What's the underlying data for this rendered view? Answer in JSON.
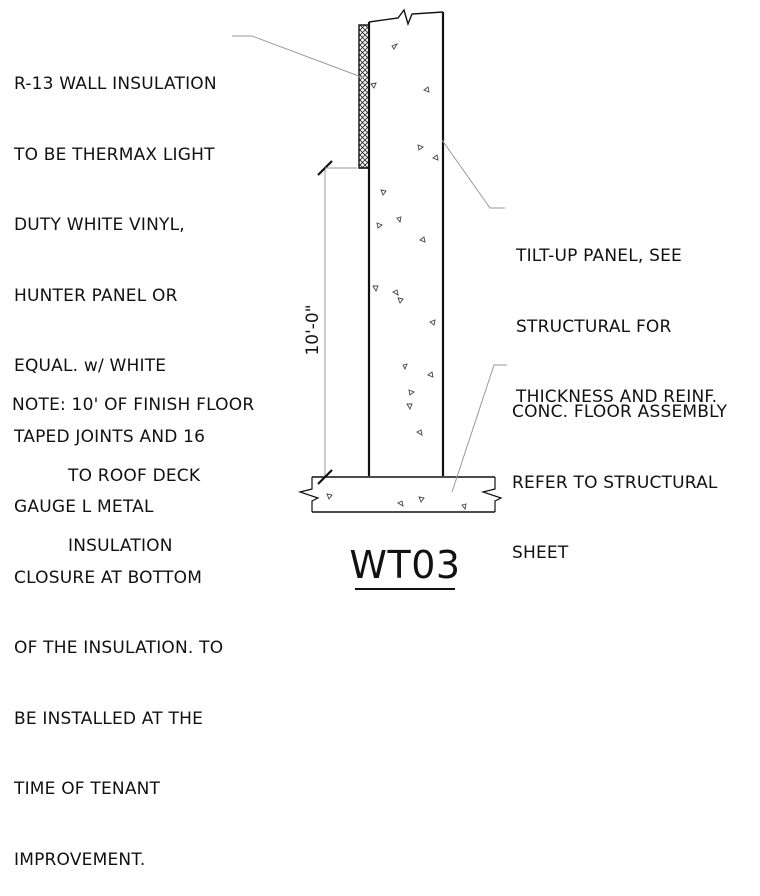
{
  "notes": {
    "insulation_lines": [
      "R-13 WALL INSULATION",
      "TO BE THERMAX LIGHT",
      "DUTY WHITE VINYL,",
      "HUNTER PANEL OR",
      "EQUAL. w/ WHITE",
      "TAPED JOINTS AND 16",
      "GAUGE L METAL",
      "CLOSURE AT BOTTOM",
      "OF THE INSULATION. TO",
      "BE INSTALLED AT THE",
      "TIME OF TENANT",
      "IMPROVEMENT."
    ],
    "floor_note_lines": [
      "NOTE: 10' OF FINISH FLOOR",
      "          TO ROOF DECK",
      "          INSULATION"
    ],
    "tilt_up_lines": [
      "TILT-UP PANEL, SEE",
      "STRUCTURAL FOR",
      "THICKNESS AND REINF."
    ],
    "conc_floor_lines": [
      "CONC. FLOOR ASSEMBLY",
      "REFER TO STRUCTURAL",
      "SHEET"
    ]
  },
  "dimension": {
    "label": "10'-0\""
  },
  "title": "WT03"
}
